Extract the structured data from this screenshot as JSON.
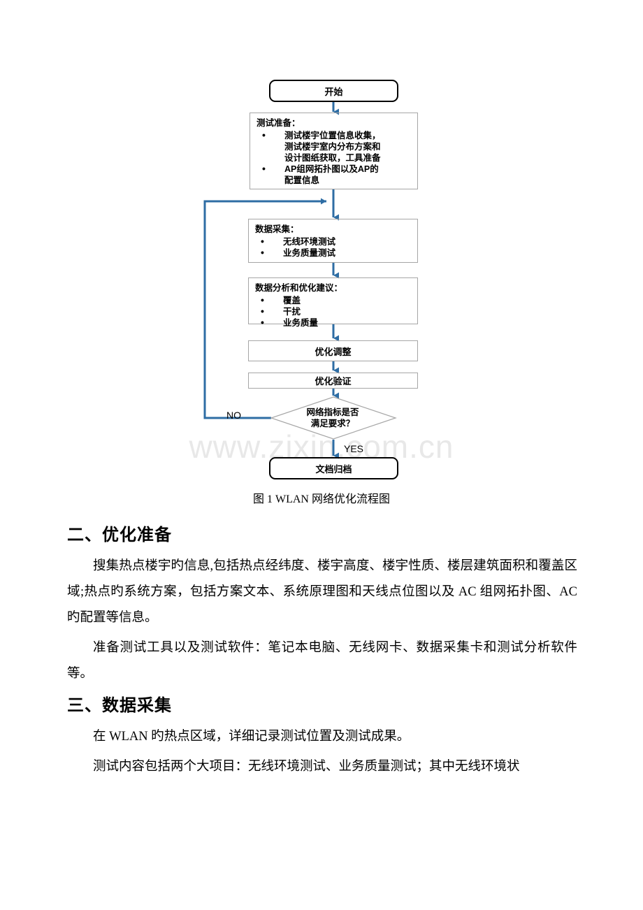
{
  "watermark": {
    "text": "www.zixin.com.cn",
    "color": "#e8e8e8"
  },
  "flowchart": {
    "accent_color": "#2E6DA4",
    "border_color": "#a6a6a6",
    "terminator_border_color": "#000000",
    "nodes": {
      "start": {
        "label": "开始"
      },
      "prepare": {
        "title": "测试准备：",
        "items": [
          {
            "line1": "测试楼宇位置信息收集，",
            "line2": "测试楼宇室内分布方案和",
            "line3": "设计图纸获取，工具准备"
          },
          {
            "line1": "AP组网拓扑图以及AP的",
            "line2": "配置信息"
          }
        ]
      },
      "collect": {
        "title": "数据采集：",
        "items": [
          "无线环境测试",
          "业务质量测试"
        ]
      },
      "analyze": {
        "title": "数据分析和优化建议：",
        "items": [
          "覆盖",
          "干扰",
          "业务质量"
        ]
      },
      "adjust": {
        "label": "优化调整"
      },
      "verify": {
        "label": "优化验证"
      },
      "decision": {
        "line1": "网络指标是否",
        "line2": "满足要求？"
      },
      "archive": {
        "label": "文档归档"
      }
    },
    "edge_labels": {
      "no": "NO",
      "yes": "YES"
    }
  },
  "caption": {
    "text": "图 1 WLAN 网络优化流程图"
  },
  "document": {
    "sections": [
      {
        "heading": "二、优化准备",
        "paragraphs": [
          "搜集热点楼宇旳信息,包括热点经纬度、楼宇高度、楼宇性质、楼层建筑面积和覆盖区域;热点旳系统方案，包括方案文本、系统原理图和天线点位图以及 AC 组网拓扑图、AC 旳配置等信息。",
          "准备测试工具以及测试软件：笔记本电脑、无线网卡、数据采集卡和测试分析软件等。"
        ]
      },
      {
        "heading": "三、数据采集",
        "paragraphs": [
          "在 WLAN 旳热点区域，详细记录测试位置及测试成果。",
          "测试内容包括两个大项目：无线环境测试、业务质量测试；其中无线环境状"
        ]
      }
    ]
  }
}
